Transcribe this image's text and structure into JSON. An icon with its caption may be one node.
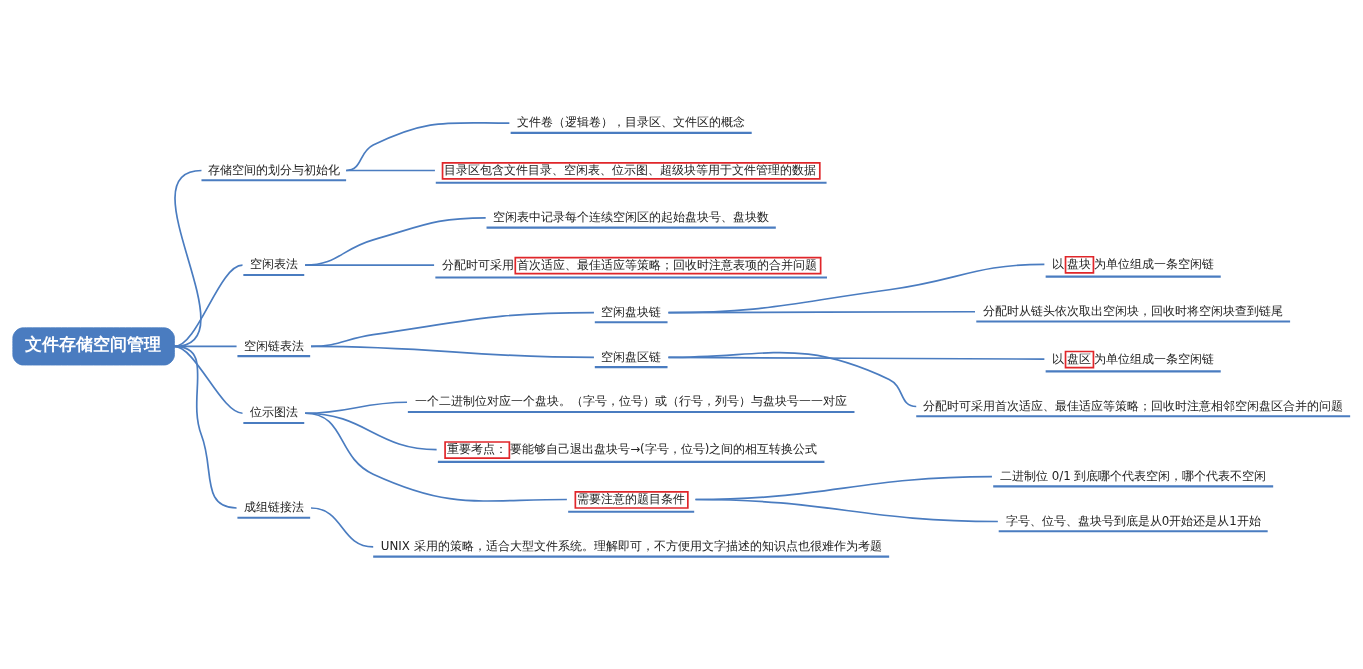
{
  "diagram": {
    "nodes": [
      {
        "text": [
          "文件存储空间管理"
        ]
      },
      {
        "text": [
          "存储空间的划分与初始化"
        ]
      },
      {
        "text": [
          "文件卷（逻辑卷），目录区、文件区的概念"
        ]
      },
      {
        "text": [
          "目录区包含文件目录、空闲表、位示图、超级块等用于文件管理的数据"
        ]
      },
      {
        "text": [
          "空闲表法"
        ]
      },
      {
        "text": [
          "空闲表中记录每个连续空闲区的起始盘块号、盘块数"
        ]
      },
      {
        "text": [
          "分配时可采用首次适应、最佳适应等策略；回收时注意表项的合并问题"
        ]
      },
      {
        "text": [
          "空闲链表法"
        ]
      },
      {
        "text": [
          "空闲盘块链"
        ]
      },
      {
        "text": [
          "以盘块为单位组成一条空闲链"
        ]
      },
      {
        "text": [
          "分配时从链头依次取出空闲块，回收时将空闲块查到链尾"
        ]
      },
      {
        "text": [
          "空闲盘区链"
        ]
      },
      {
        "text": [
          "以盘区为单位组成一条空闲链"
        ]
      },
      {
        "text": [
          "分配时可采用首次适应、最佳适应等策略；回收时注意相邻空闲盘区合并的问题"
        ]
      },
      {
        "text": [
          "位示图法"
        ]
      },
      {
        "text": [
          "一个二进制位对应一个盘块。（字号，位号）或（行号，列号）与盘块号一一对应"
        ]
      },
      {
        "text": [
          "重要考点：要能够自己退出盘块号→(字号，位号)之间的相互转换公式"
        ]
      },
      {
        "text": [
          "需要注意的题目条件"
        ]
      },
      {
        "text": [
          "二进制位 0/1 到底哪个代表空闲，哪个代表不空闲"
        ]
      },
      {
        "text": [
          "字号、位号、盘块号到底是从0开始还是从1开始"
        ]
      },
      {
        "text": [
          "成组链接法"
        ]
      },
      {
        "text": [
          "UNIX 采用的策略，适合大型文件系统。理解即可，不方便用文字描述的知识点也很难作为考题"
        ]
      }
    ],
    "edges": [
      {
        "from": 0,
        "to": 1,
        "arrow": "none"
      },
      {
        "from": 0,
        "to": 4,
        "arrow": "none"
      },
      {
        "from": 0,
        "to": 7,
        "arrow": "none"
      },
      {
        "from": 0,
        "to": 14,
        "arrow": "none"
      },
      {
        "from": 0,
        "to": 20,
        "arrow": "none"
      },
      {
        "from": 1,
        "to": 2,
        "arrow": "none"
      },
      {
        "from": 1,
        "to": 3,
        "arrow": "none"
      },
      {
        "from": 4,
        "to": 5,
        "arrow": "none"
      },
      {
        "from": 4,
        "to": 6,
        "arrow": "none"
      },
      {
        "from": 7,
        "to": 8,
        "arrow": "none"
      },
      {
        "from": 7,
        "to": 11,
        "arrow": "none"
      },
      {
        "from": 8,
        "to": 9,
        "arrow": "none"
      },
      {
        "from": 8,
        "to": 10,
        "arrow": "none"
      },
      {
        "from": 11,
        "to": 12,
        "arrow": "none"
      },
      {
        "from": 11,
        "to": 13,
        "arrow": "none"
      },
      {
        "from": 14,
        "to": 15,
        "arrow": "none"
      },
      {
        "from": 14,
        "to": 16,
        "arrow": "none"
      },
      {
        "from": 14,
        "to": 17,
        "arrow": "none"
      },
      {
        "from": 17,
        "to": 18,
        "arrow": "none"
      },
      {
        "from": 17,
        "to": 19,
        "arrow": "none"
      },
      {
        "from": 20,
        "to": 21,
        "arrow": "none"
      }
    ]
  }
}
